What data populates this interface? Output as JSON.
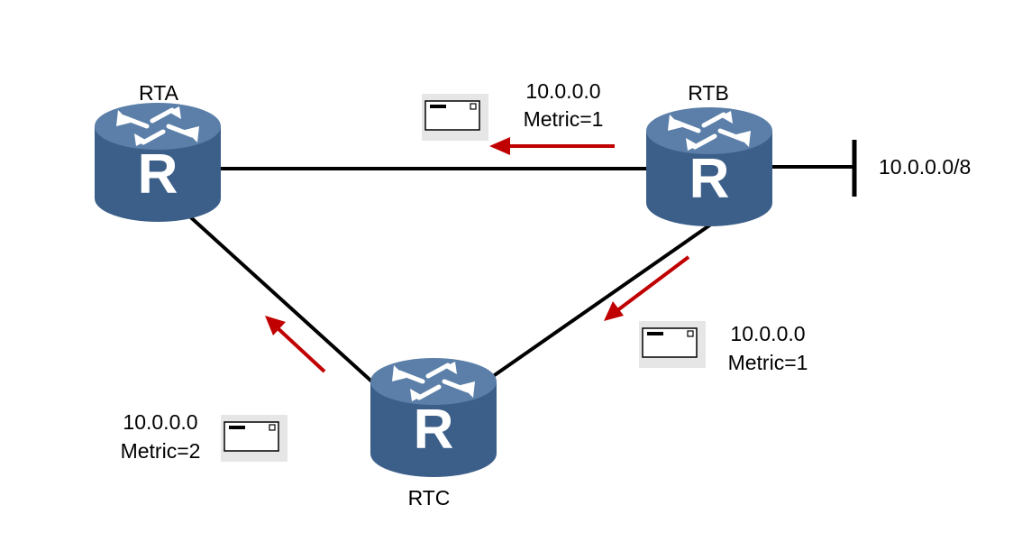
{
  "colors": {
    "link": "#000000",
    "arrow": "#c00000",
    "router_top": "#5b7fa8",
    "router_side": "#3c5f89",
    "router_letter": "#ffffff",
    "packet_bg": "#e6e6e6"
  },
  "routers": {
    "rta": {
      "name": "RTA",
      "letter": "R"
    },
    "rtb": {
      "name": "RTB",
      "letter": "R"
    },
    "rtc": {
      "name": "RTC",
      "letter": "R"
    }
  },
  "network": {
    "label": "10.0.0.0/8"
  },
  "updates": {
    "rtb_to_rta": {
      "route": "10.0.0.0",
      "metric": "Metric=1"
    },
    "rtb_to_rtc": {
      "route": "10.0.0.0",
      "metric": "Metric=1"
    },
    "rtc_to_rta": {
      "route": "10.0.0.0",
      "metric": "Metric=2"
    }
  }
}
